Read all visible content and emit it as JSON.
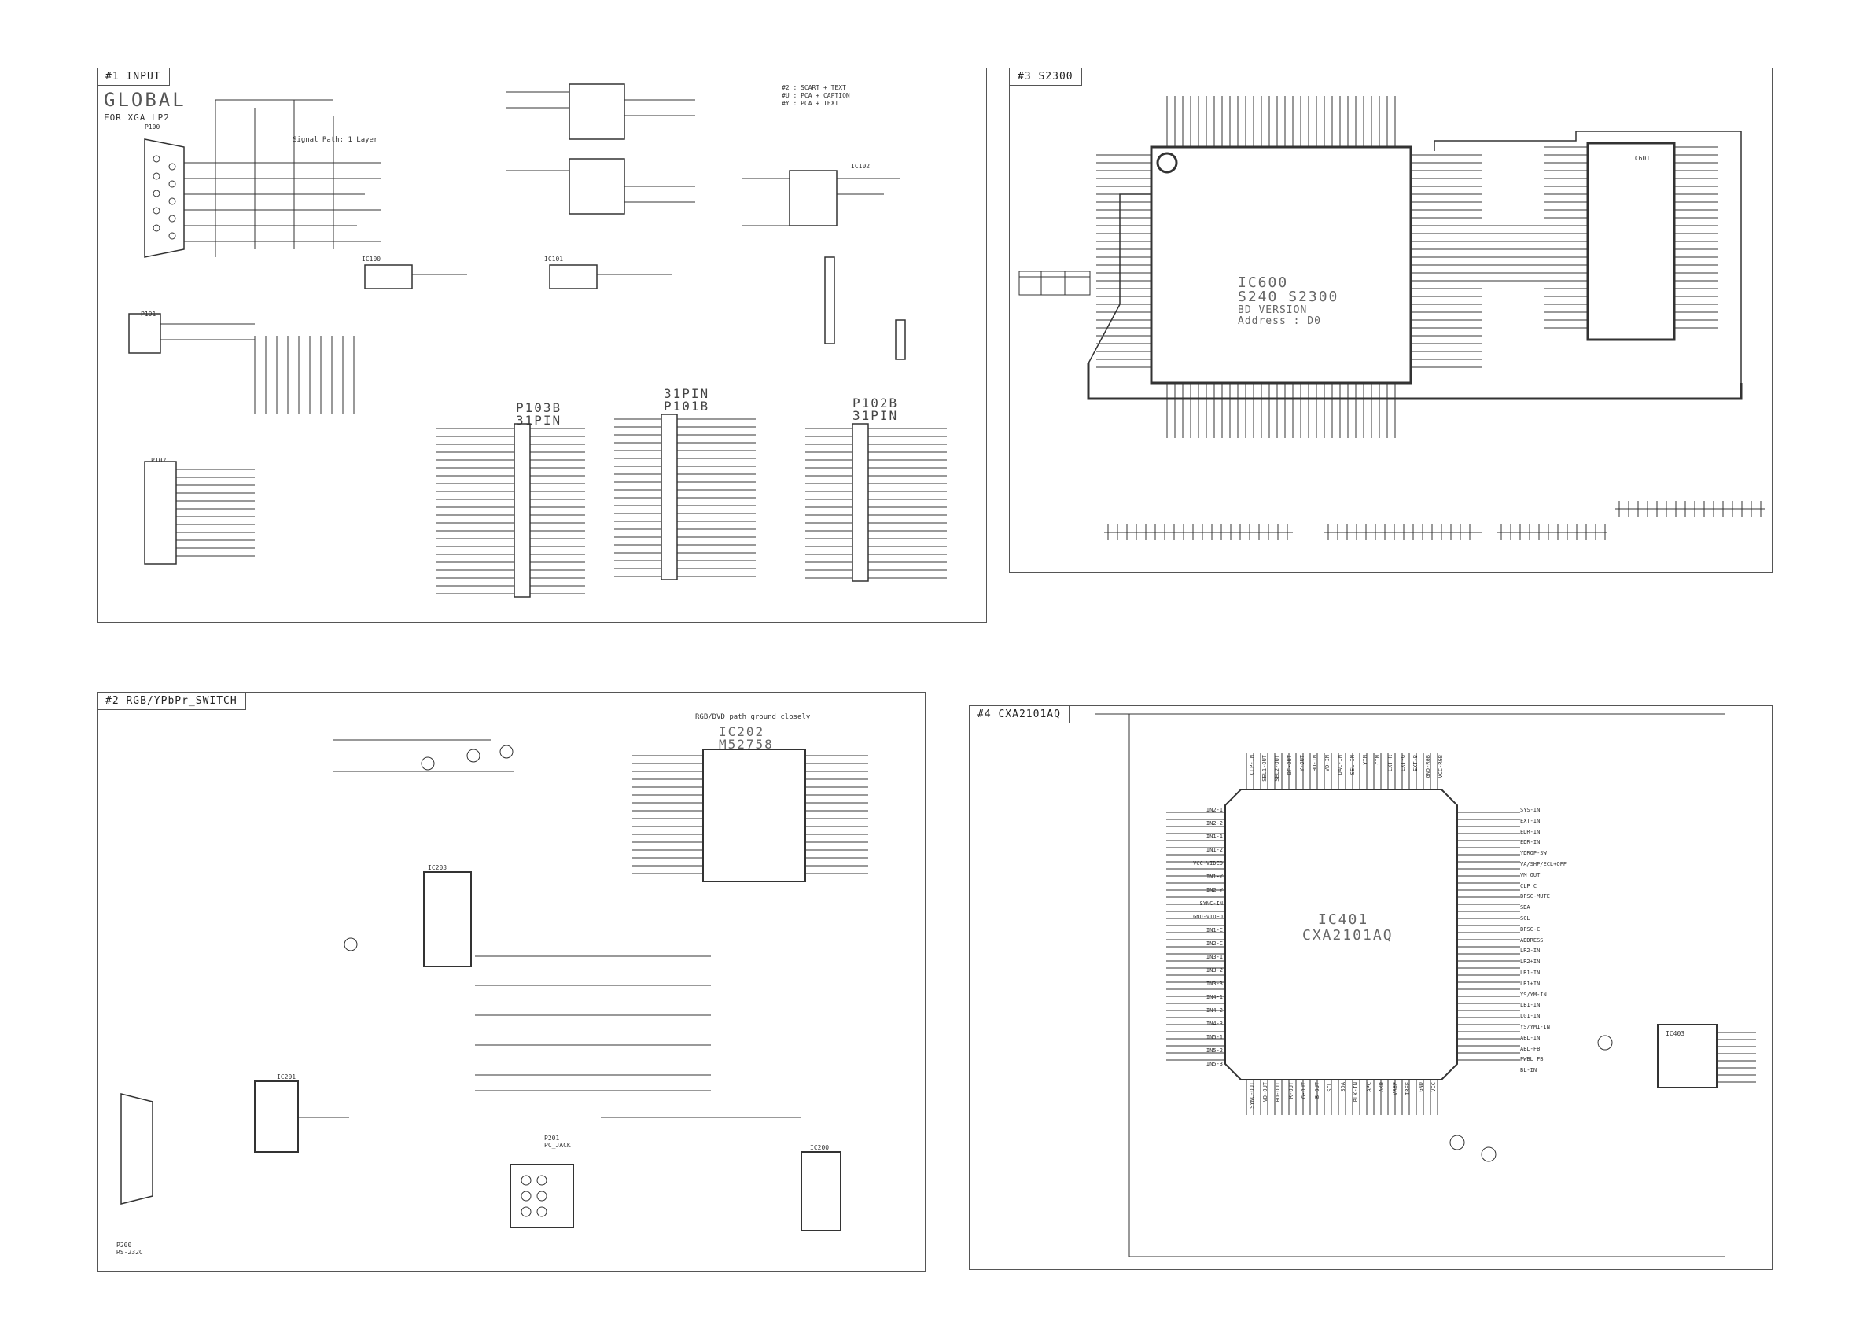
{
  "sheets": {
    "s1": {
      "tab": "#1 INPUT",
      "brand": "GLOBAL",
      "subtitle": "FOR XGA LP2",
      "signal_path": "Signal Path: 1 Layer",
      "connectors": {
        "p100": "P100",
        "p101": "P101",
        "p102": "P102",
        "p103b": "P103B",
        "p103b_pins": "31PIN",
        "p101b": "P101B",
        "p101b_pins": "31PIN",
        "p102b": "P102B",
        "p102b_pins": "31PIN"
      },
      "ics": {
        "ic100": "IC100",
        "ic101": "IC101",
        "ic102": "IC102"
      },
      "legend": [
        "#2 : SCART + TEXT",
        "#U : PCA + CAPTION",
        "#Y : PCA + TEXT"
      ]
    },
    "s2": {
      "tab": "#2 RGB/YPbPr_SWITCH",
      "path_note": "RGB/DVD path ground closely",
      "ic202_name": "IC202",
      "ic202_part": "M52758",
      "ic203": "IC203",
      "ic201": "IC201",
      "ic200": "IC200",
      "p200": "P200",
      "p200_desc": "RS-232C",
      "p201": "P201",
      "p201_desc": "PC_JACK"
    },
    "s3": {
      "tab": "#3 S2300",
      "ic_name": "IC600",
      "ic_old": "S240",
      "ic_part": "S2300",
      "version": "BD VERSION",
      "address": "Address : D0",
      "mem_ic": "IC601"
    },
    "s4": {
      "tab": "#4 CXA2101AQ",
      "ic_name": "IC401",
      "ic_part": "CXA2101AQ",
      "ic403": "IC403",
      "right_pins": [
        "SYS-IN",
        "EXT-IN",
        "EDR-IN",
        "EDR-IN",
        "YDROP-SW",
        "VA/SHP/ECL+OFF",
        "VM OUT",
        "CLP C",
        "BFSC-MUTE",
        "SDA",
        "SCL",
        "BFSC-C",
        "ADDRESS",
        "LR2-IN",
        "LR2+IN",
        "LR1-IN",
        "LR1+IN",
        "YS/YM-IN",
        "LB1-IN",
        "LG1-IN",
        "YS/YM1-IN",
        "ABL-IN",
        "ABL-FB",
        "PWBL FB",
        "BL-IN"
      ],
      "left_pins": [
        "IN2-1",
        "IN2-2",
        "IN1-1",
        "IN1-2",
        "VCC-VIDEO",
        "IN1-Y",
        "IN2-Y",
        "SYNC-IN",
        "GND-VIDEO",
        "IN1-C",
        "IN2-C",
        "IN3-1",
        "IN3-2",
        "IN3-3",
        "IN4-1",
        "IN4-2",
        "IN4-3",
        "IN5-1",
        "IN5-2",
        "IN5-3"
      ],
      "top_pins": [
        "CLP-IN",
        "SEL1-OUT",
        "SEL2-OUT",
        "BF-OUT",
        "Y-OUT",
        "HD-IN",
        "VD-IN",
        "DAC-IN",
        "SEL-IN",
        "YIN",
        "CIN",
        "EXT-R",
        "EXT-G",
        "EXT-B",
        "GND-RGB",
        "VCC-RGB"
      ],
      "bottom_pins": [
        "SYNC-OUT",
        "VD-OUT",
        "HD-OUT",
        "R-OUT",
        "G-OUT",
        "B-OUT",
        "SCL",
        "SDA",
        "BLK-IN",
        "APC",
        "AKB",
        "VREF",
        "IREF",
        "GND",
        "VCC"
      ]
    }
  },
  "colors": {
    "line": "#333333",
    "frame": "#555555",
    "paper": "#ffffff"
  }
}
